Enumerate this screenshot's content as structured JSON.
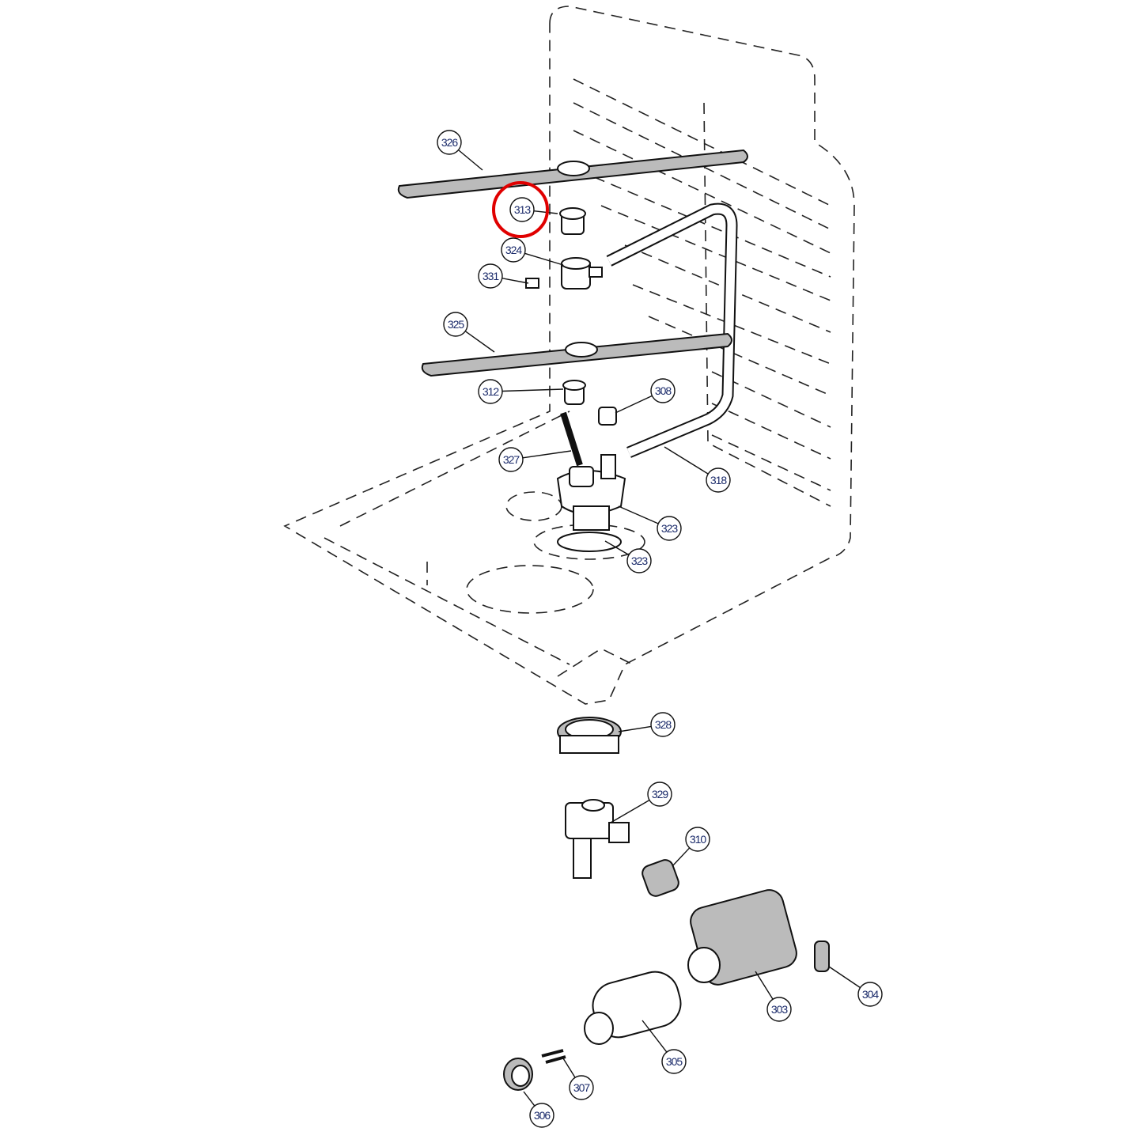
{
  "diagram": {
    "highlight_color": "#e00000",
    "highlighted_part": "313",
    "callouts": [
      {
        "label": "326"
      },
      {
        "label": "313"
      },
      {
        "label": "324"
      },
      {
        "label": "331"
      },
      {
        "label": "325"
      },
      {
        "label": "312"
      },
      {
        "label": "308"
      },
      {
        "label": "327"
      },
      {
        "label": "318"
      },
      {
        "label": "323"
      },
      {
        "label": "323"
      },
      {
        "label": "328"
      },
      {
        "label": "329"
      },
      {
        "label": "310"
      },
      {
        "label": "303"
      },
      {
        "label": "304"
      },
      {
        "label": "305"
      },
      {
        "label": "307"
      },
      {
        "label": "306"
      }
    ]
  }
}
